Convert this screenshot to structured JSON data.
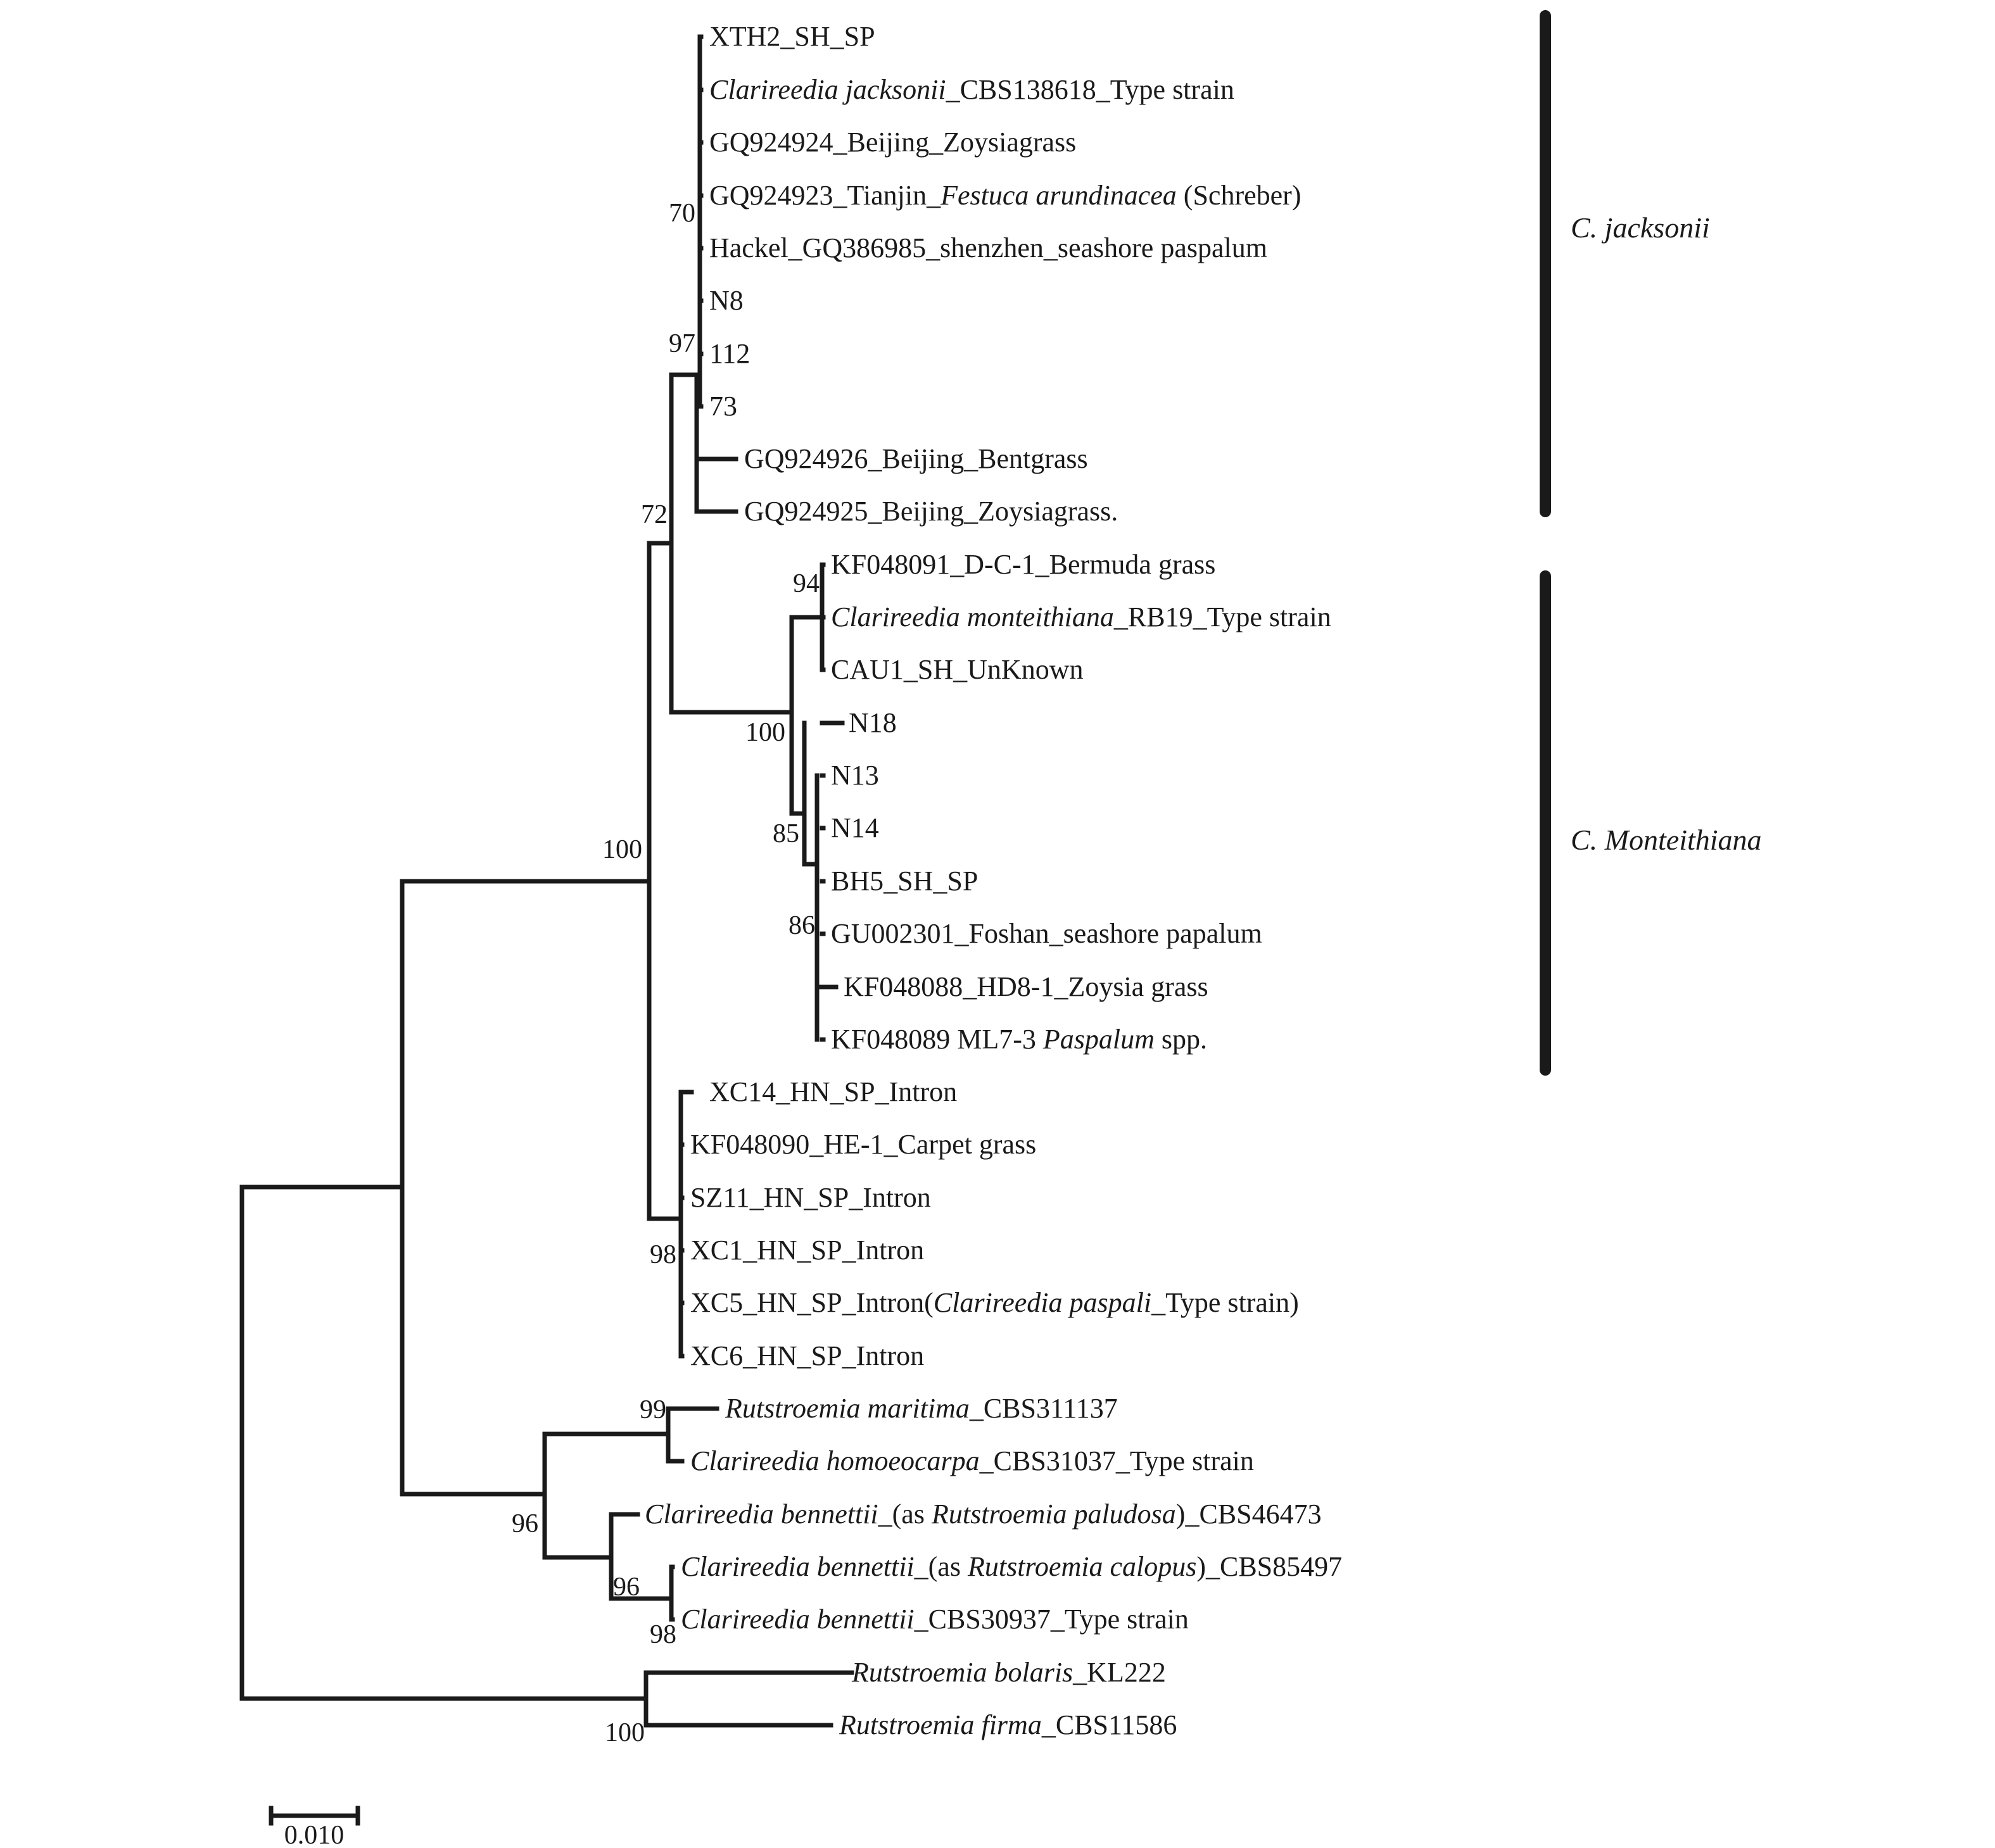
{
  "taxa": [
    {
      "id": "xth2",
      "segments": [
        {
          "t": "XTH2_SH_SP"
        }
      ]
    },
    {
      "id": "cjack_type",
      "segments": [
        {
          "t": "Clarireedia jacksonii",
          "i": true
        },
        {
          "t": "_CBS138618_Type strain"
        }
      ]
    },
    {
      "id": "gq924924",
      "segments": [
        {
          "t": "GQ924924_Beijing_Zoysiagrass"
        }
      ]
    },
    {
      "id": "gq924923",
      "segments": [
        {
          "t": "GQ924923_Tianjin_"
        },
        {
          "t": "Festuca arundinacea",
          "i": true
        },
        {
          "t": " (Schreber)"
        }
      ]
    },
    {
      "id": "hackel",
      "segments": [
        {
          "t": "Hackel_GQ386985_shenzhen_seashore paspalum"
        }
      ]
    },
    {
      "id": "n8",
      "segments": [
        {
          "t": "N8"
        }
      ]
    },
    {
      "id": "t112",
      "segments": [
        {
          "t": "112"
        }
      ]
    },
    {
      "id": "t73",
      "segments": [
        {
          "t": "73"
        }
      ]
    },
    {
      "id": "gq924926",
      "segments": [
        {
          "t": "GQ924926_Beijing_Bentgrass"
        }
      ]
    },
    {
      "id": "gq924925",
      "segments": [
        {
          "t": "GQ924925_Beijing_Zoysiagrass."
        }
      ]
    },
    {
      "id": "kf048091",
      "segments": [
        {
          "t": "KF048091_D-C-1_Bermuda grass"
        }
      ]
    },
    {
      "id": "cmont_type",
      "segments": [
        {
          "t": "Clarireedia monteithiana",
          "i": true
        },
        {
          "t": "_RB19_Type strain"
        }
      ]
    },
    {
      "id": "cau1",
      "segments": [
        {
          "t": "CAU1_SH_UnKnown"
        }
      ]
    },
    {
      "id": "n18",
      "segments": [
        {
          "t": "N18"
        }
      ]
    },
    {
      "id": "n13",
      "segments": [
        {
          "t": "N13"
        }
      ]
    },
    {
      "id": "n14",
      "segments": [
        {
          "t": "N14"
        }
      ]
    },
    {
      "id": "bh5",
      "segments": [
        {
          "t": "BH5_SH_SP"
        }
      ]
    },
    {
      "id": "gu002301",
      "segments": [
        {
          "t": "GU002301_Foshan_seashore papalum"
        }
      ]
    },
    {
      "id": "kf048088",
      "segments": [
        {
          "t": "KF048088_HD8-1_Zoysia grass"
        }
      ]
    },
    {
      "id": "kf048089",
      "segments": [
        {
          "t": "KF048089 ML7-3 "
        },
        {
          "t": "Paspalum",
          "i": true
        },
        {
          "t": " spp."
        }
      ]
    },
    {
      "id": "xc14",
      "segments": [
        {
          "t": "XC14_HN_SP_Intron"
        }
      ]
    },
    {
      "id": "kf048090",
      "segments": [
        {
          "t": "KF048090_HE-1_Carpet grass"
        }
      ]
    },
    {
      "id": "sz11",
      "segments": [
        {
          "t": "SZ11_HN_SP_Intron"
        }
      ]
    },
    {
      "id": "xc1",
      "segments": [
        {
          "t": "XC1_HN_SP_Intron"
        }
      ]
    },
    {
      "id": "xc5",
      "segments": [
        {
          "t": "XC5_HN_SP_Intron("
        },
        {
          "t": "Clarireedia paspali",
          "i": true
        },
        {
          "t": "_Type strain)"
        }
      ]
    },
    {
      "id": "xc6",
      "segments": [
        {
          "t": "XC6_HN_SP_Intron"
        }
      ]
    },
    {
      "id": "rmar",
      "segments": [
        {
          "t": "Rutstroemia maritima",
          "i": true
        },
        {
          "t": "_CBS311137"
        }
      ]
    },
    {
      "id": "chom",
      "segments": [
        {
          "t": "Clarireedia homoeocarpa",
          "i": true
        },
        {
          "t": "_CBS31037_Type strain"
        }
      ]
    },
    {
      "id": "cben_pal",
      "segments": [
        {
          "t": "Clarireedia bennettii",
          "i": true
        },
        {
          "t": "_(as "
        },
        {
          "t": "Rutstroemia paludosa",
          "i": true
        },
        {
          "t": ")_CBS46473"
        }
      ]
    },
    {
      "id": "cben_cal",
      "segments": [
        {
          "t": "Clarireedia bennettii",
          "i": true
        },
        {
          "t": "_(as "
        },
        {
          "t": "Rutstroemia calopus",
          "i": true
        },
        {
          "t": ")_CBS85497"
        }
      ]
    },
    {
      "id": "cben_type",
      "segments": [
        {
          "t": "Clarireedia bennettii",
          "i": true
        },
        {
          "t": "_CBS30937_Type strain"
        }
      ]
    },
    {
      "id": "rbol",
      "segments": [
        {
          "t": "Rutstroemia bolaris",
          "i": true
        },
        {
          "t": "_KL222"
        }
      ]
    },
    {
      "id": "rfir",
      "segments": [
        {
          "t": "Rutstroemia firma",
          "i": true
        },
        {
          "t": "_CBS11586"
        }
      ]
    }
  ],
  "bootstrap": [
    {
      "id": "bs_jack_core",
      "value": "70"
    },
    {
      "id": "bs_jack",
      "value": "97"
    },
    {
      "id": "bs_jack_mont",
      "value": "72"
    },
    {
      "id": "bs_mont_top",
      "value": "94"
    },
    {
      "id": "bs_mont",
      "value": "100"
    },
    {
      "id": "bs_mont_bottom",
      "value": "85"
    },
    {
      "id": "bs_mont_core",
      "value": "86"
    },
    {
      "id": "bs_ingroup",
      "value": "100"
    },
    {
      "id": "bs_paspali",
      "value": "98"
    },
    {
      "id": "bs_mar_hom",
      "value": "99"
    },
    {
      "id": "bs_outgroup_a",
      "value": "96"
    },
    {
      "id": "bs_bennettii",
      "value": "96"
    },
    {
      "id": "bs_ben_pair",
      "value": "98"
    },
    {
      "id": "bs_rutstroemia",
      "value": "100"
    }
  ],
  "clades": [
    {
      "id": "jacksonii",
      "label": "C. jacksonii"
    },
    {
      "id": "monteithiana",
      "label": "C. Monteithiana"
    }
  ],
  "scale_bar": {
    "value": "0.010"
  }
}
